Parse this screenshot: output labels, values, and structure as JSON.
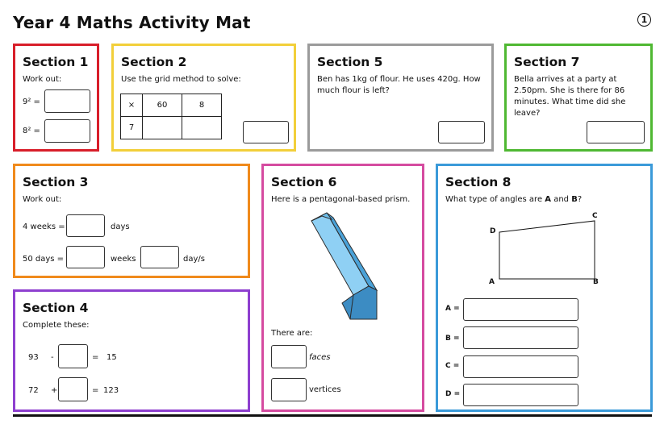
{
  "page": {
    "title": "Year 4 Maths Activity Mat",
    "page_number": "1"
  },
  "sections": {
    "s1": {
      "heading": "Section 1",
      "instruction": "Work out:",
      "q1": "9² =",
      "q2": "8² =",
      "color": "#d81e2a"
    },
    "s2": {
      "heading": "Section 2",
      "instruction": "Use the grid method to solve:",
      "grid": [
        "×",
        "60",
        "8",
        "7"
      ],
      "color": "#f2cf3a"
    },
    "s5": {
      "heading": "Section 5",
      "text": "Ben has 1kg of flour. He uses 420g. How much flour is left?",
      "color": "#9b9b9b"
    },
    "s7": {
      "heading": "Section 7",
      "text": "Bella arrives at a party at 2.50pm. She is there for 86 minutes. What time did she leave?",
      "color": "#4fb832"
    },
    "s3": {
      "heading": "Section 3",
      "instruction": "Work out:",
      "row1_left": "4 weeks =",
      "row1_unit": "days",
      "row2_left": "50 days =",
      "row2_unit1": "weeks",
      "row2_unit2": "day/s",
      "color": "#f08a1c"
    },
    "s4": {
      "heading": "Section 4",
      "instruction": "Complete these:",
      "eq1": [
        "93",
        "-",
        "=",
        "15"
      ],
      "eq2": [
        "72",
        "+",
        "=",
        "123"
      ],
      "color": "#8e3fcf"
    },
    "s6": {
      "heading": "Section 6",
      "instruction": "Here is a pentagonal-based prism.",
      "there_are": "There are:",
      "label1": "faces",
      "label2": "vertices",
      "color": "#d54ba0"
    },
    "s8": {
      "heading": "Section 8",
      "instruction_pre": "What type of angles are ",
      "a": "A",
      "and": " and ",
      "b": "B",
      "instruction_post": "?",
      "vertices": [
        "D",
        "C",
        "A",
        "B"
      ],
      "answers": [
        "A =",
        "B =",
        "C =",
        "D ="
      ],
      "color": "#3b9ad9"
    }
  }
}
